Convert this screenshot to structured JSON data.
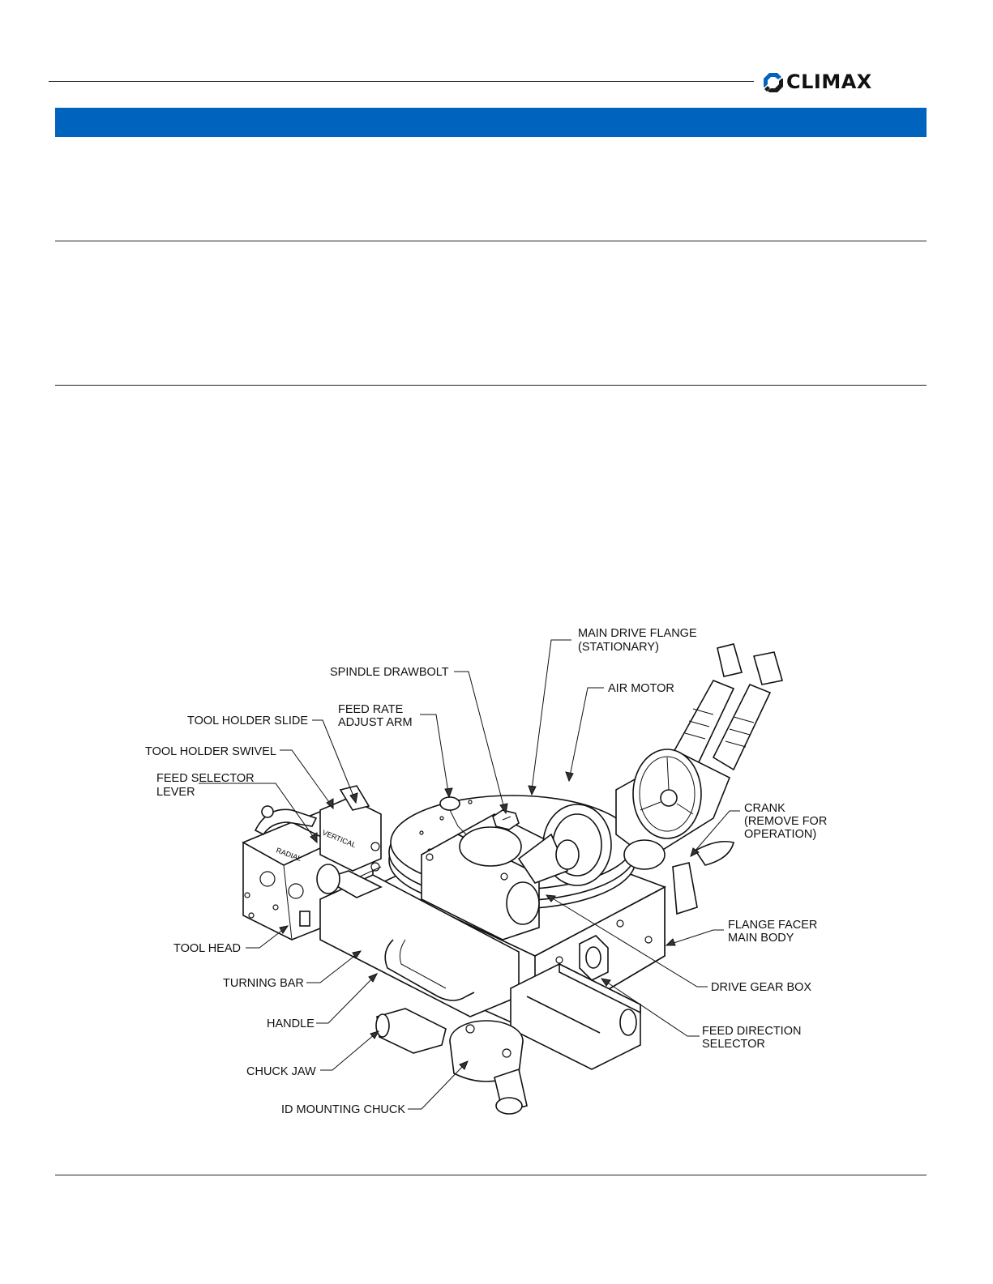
{
  "header": {
    "brand": "CLIMAX",
    "banner_color": "#0063BE"
  },
  "figure": {
    "callouts": {
      "main_drive_flange": [
        "MAIN DRIVE FLANGE",
        "(STATIONARY)"
      ],
      "spindle_drawbolt": [
        "SPINDLE DRAWBOLT"
      ],
      "air_motor": [
        "AIR MOTOR"
      ],
      "feed_rate_adjust_arm": [
        "FEED RATE",
        "ADJUST ARM"
      ],
      "tool_holder_slide": [
        "TOOL HOLDER SLIDE"
      ],
      "tool_holder_swivel": [
        "TOOL HOLDER SWIVEL"
      ],
      "feed_selector_lever": [
        "FEED SELECTOR",
        "LEVER"
      ],
      "crank": [
        "CRANK",
        "(REMOVE FOR",
        "OPERATION)"
      ],
      "flange_facer_main_body": [
        "FLANGE FACER",
        "MAIN BODY"
      ],
      "tool_head": [
        "TOOL HEAD"
      ],
      "turning_bar": [
        "TURNING BAR"
      ],
      "drive_gear_box": [
        "DRIVE GEAR BOX"
      ],
      "handle": [
        "HANDLE"
      ],
      "feed_direction_selector": [
        "FEED DIRECTION",
        "SELECTOR"
      ],
      "chuck_jaw": [
        "CHUCK JAW"
      ],
      "id_mounting_chuck": [
        "ID MOUNTING CHUCK"
      ]
    },
    "engraved_labels": {
      "radial": "RADIAL",
      "vertical": "VERTICAL"
    }
  }
}
